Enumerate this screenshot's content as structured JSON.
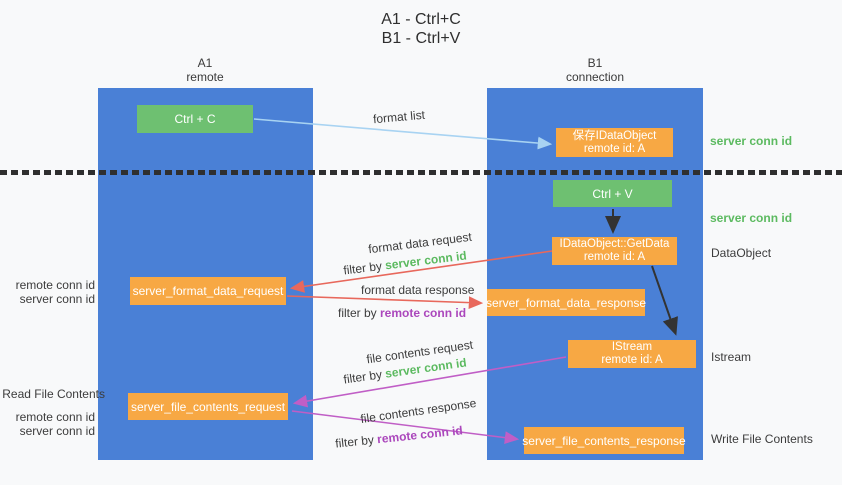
{
  "title": {
    "line1": "A1 - Ctrl+C",
    "line2": "B1 - Ctrl+V"
  },
  "lanes": {
    "a1": {
      "name": "A1",
      "sub": "remote"
    },
    "b1": {
      "name": "B1",
      "sub": "connection"
    }
  },
  "boxes": {
    "ctrl_c": "Ctrl + C",
    "ctrl_v": "Ctrl + V",
    "save_idataobject": {
      "line1": "保存IDataObject",
      "line2": "remote id: A"
    },
    "getdata": {
      "line1": "IDataObject::GetData",
      "line2": "remote id: A"
    },
    "istream": {
      "line1": "IStream",
      "line2": "remote id: A"
    },
    "format_request": "server_format_data_request",
    "format_response": "server_format_data_response",
    "file_request": "server_file_contents_request",
    "file_response": "server_file_contents_response"
  },
  "labels": {
    "format_list": "format list",
    "format_data_request": "format data request",
    "format_data_response": "format data response",
    "file_contents_request": "file contents request",
    "file_contents_response": "file contents response",
    "filter_by": "filter by ",
    "server_conn_id": "server conn id",
    "remote_conn_id": "remote conn id",
    "dataobject": "DataObject",
    "istream": "Istream",
    "read_file_contents": "Read File Contents",
    "write_file_contents": "Write File Contents"
  },
  "colors": {
    "bg": "#f8f9fa",
    "lane_blue": "#4a80d6",
    "box_green": "#6ec071",
    "box_orange": "#f7a844",
    "txt_dark": "#3c3c3c",
    "txt_green": "#5cba60",
    "txt_purple": "#ab47bc",
    "arrow_red": "#e8685c",
    "arrow_magenta": "#c05ec6",
    "arrow_blue": "#a8d3f2",
    "arrow_black": "#333333"
  }
}
